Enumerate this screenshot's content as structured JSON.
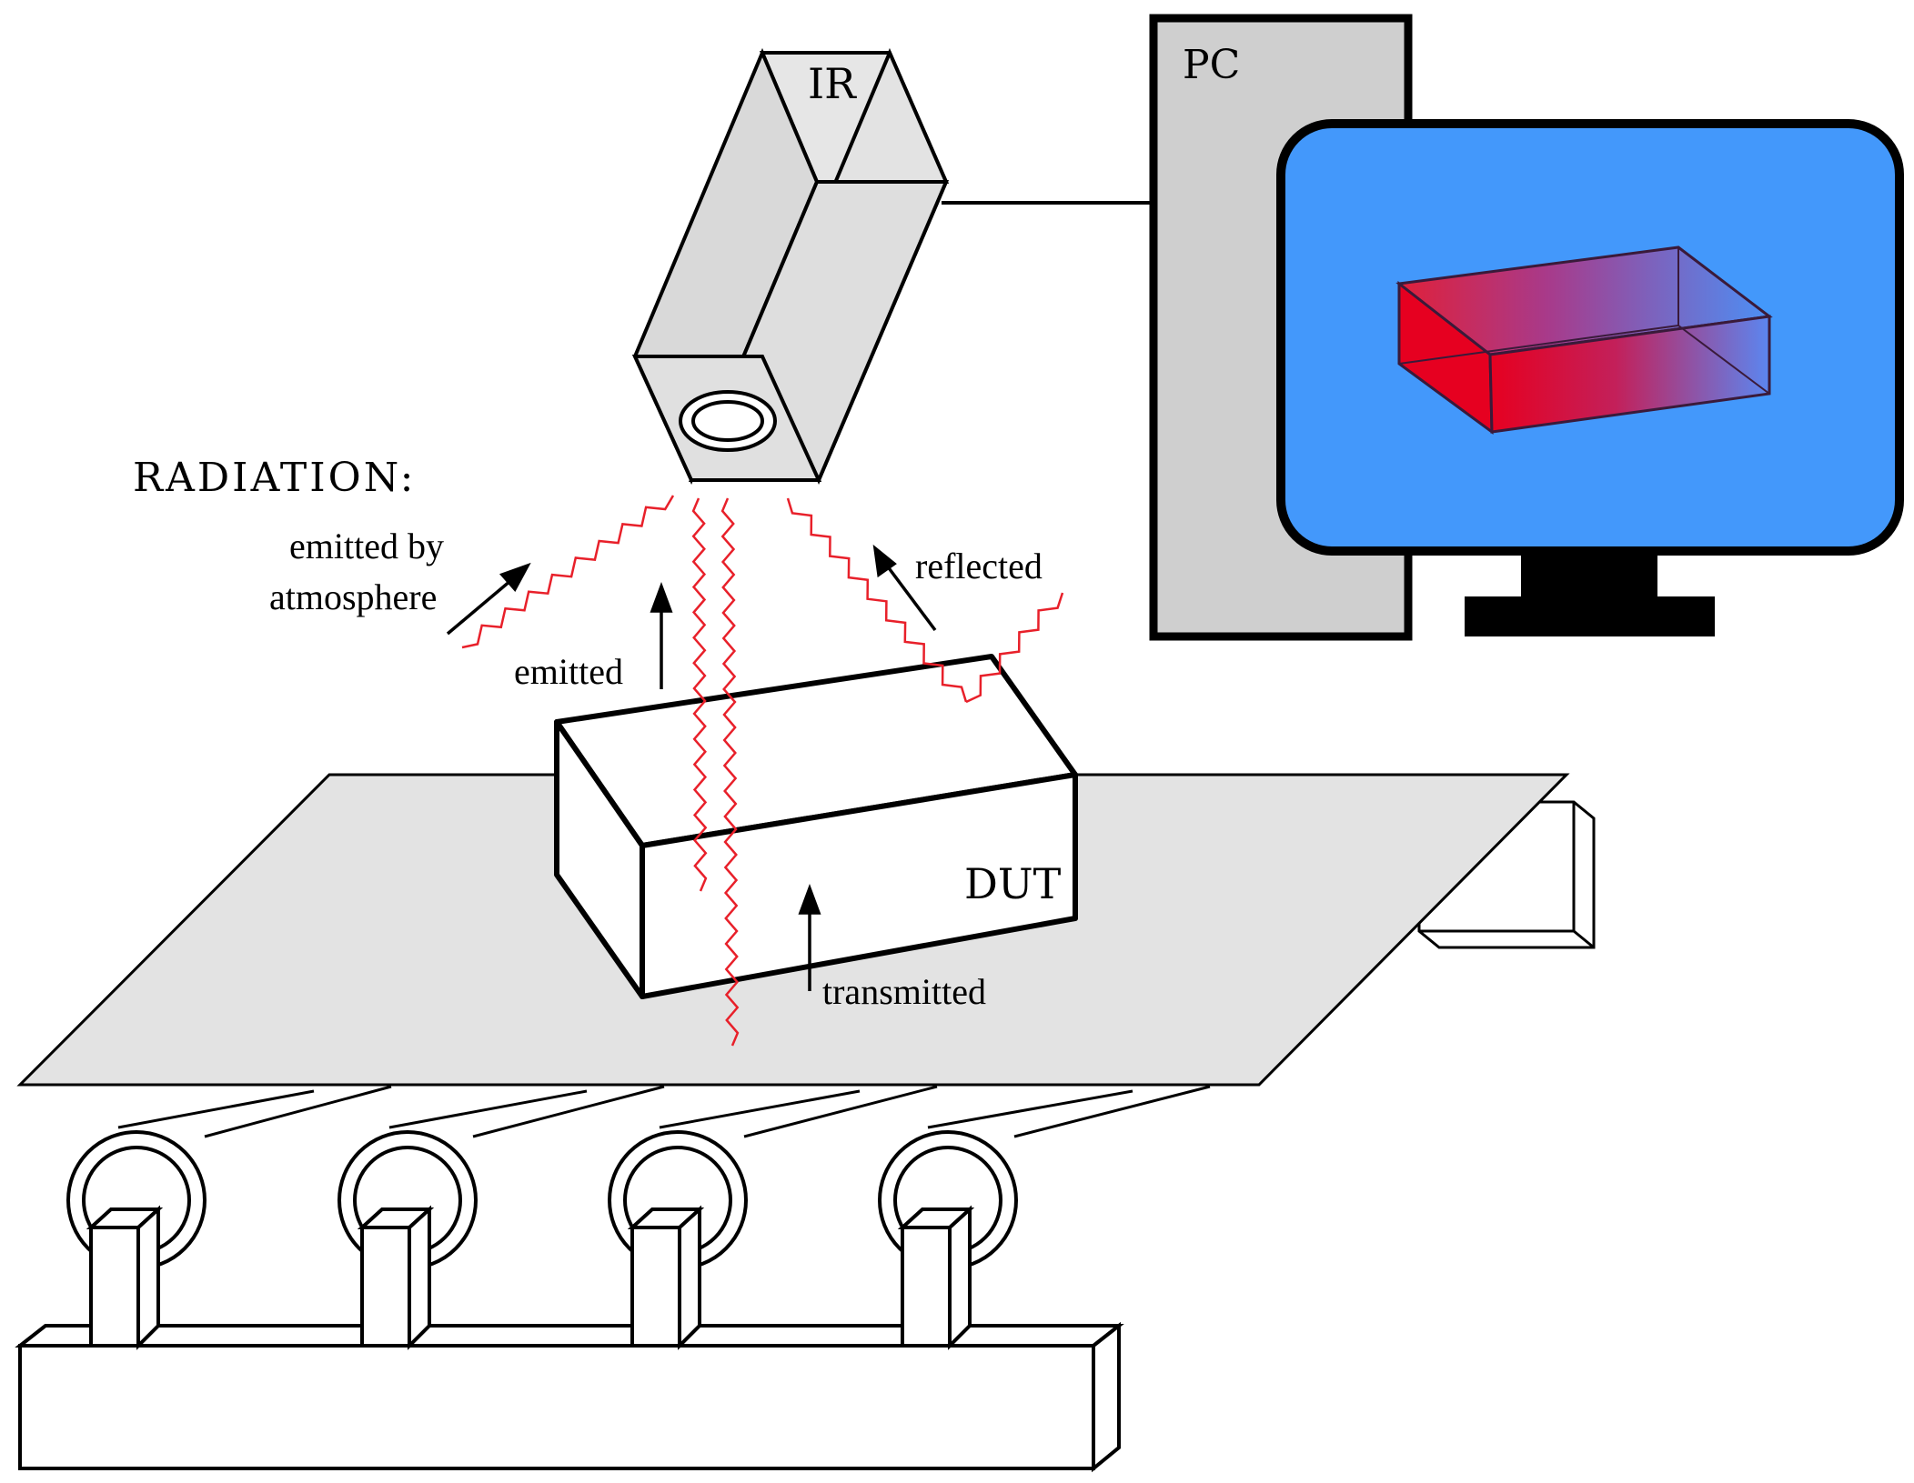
{
  "labels": {
    "camera": "IR",
    "computer": "PC",
    "radiation_heading": "RADIATION:",
    "emitted_by_line1": "emitted by",
    "emitted_by_line2": "atmosphere",
    "reflected": "reflected",
    "emitted": "emitted",
    "dut": "DUT",
    "transmitted": "transmitted"
  },
  "colors": {
    "radiation": "#e8202a",
    "monitor_screen": "#4398fb",
    "pc_case": "#cfcfcf",
    "camera_body": "#dedede",
    "conveyor_belt": "#e3e3e3",
    "hot": "#e60020",
    "cold": "#6f7fe0",
    "outline": "#000000"
  }
}
